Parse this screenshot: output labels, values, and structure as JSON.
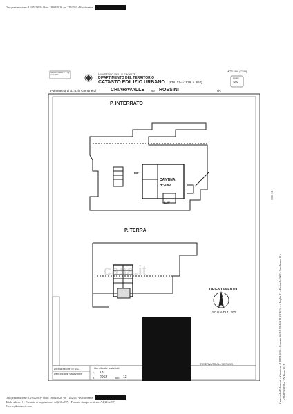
{
  "top_strip": {
    "text": "Data presentazione: 13/05/2003 - Data: 18/04/2026 - n. T152353 - Richiedente:"
  },
  "bottom_strip": {
    "line1": "Data presentazione: 13/05/2003 - Data: 18/04/2026 - n. T152353 - Richiedente:",
    "line2": "Totale schede: 1 - Formato di acquisizione: A4(210x297) - Formato stampa richiesto: A4(210x297)",
    "line3": "©www.planimetrie.com"
  },
  "right_margin": {
    "text1": "Catasto dei Fabbricati - Situazione al 18/04/2026 - Comune di CHIARAVALLE(C615) - < Foglio 13 - Particella 2062 - Subalterno 13 >",
    "text2": "VIA ROSSINI n. SN Piano S1-T",
    "small_stamp": "0000-01"
  },
  "header": {
    "model_box": "MODULARIO F. - rig. rend. 497",
    "ministry": "MINISTERO DELLE FINANZE",
    "department": "DIPARTIMENTO DEL TERRITORIO",
    "title": "CATASTO EDILIZIO URBANO",
    "law": "(RDL 13-4-1939, n. 652)",
    "model_code": "MOD. BN (CEU)",
    "lire_label": "LIRE",
    "lire_value": "200",
    "planimetry_prefix": "Planimetria di u.i.u. in Comune di",
    "comune": "CHIARAVALLE",
    "via_prefix": "via",
    "via": "ROSSINI",
    "civ": "civ."
  },
  "plan": {
    "floor_interrato": "P. INTERRATO",
    "floor_terra": "P. TERRA",
    "cantina": "CANTINA",
    "cantina_h": "H= 2,60",
    "rip": "RIP",
    "lav": "LAV"
  },
  "orientation": {
    "label": "ORIENTAMENTO",
    "scale": "SCALA DI 1: 200"
  },
  "watermark": "casa.it",
  "footer": {
    "dichiarazione": "Dichiarazione di N.C.",
    "denuncia": "Denuncia di variazione",
    "ident_title": "identificativi catastali",
    "foglio_label": "F.",
    "foglio": "13",
    "mapp_label": "n.",
    "mapp": "2062",
    "sub_label": "sub.",
    "sub": "13",
    "riservato": "RISERVATO ALL'UFFICIO"
  }
}
